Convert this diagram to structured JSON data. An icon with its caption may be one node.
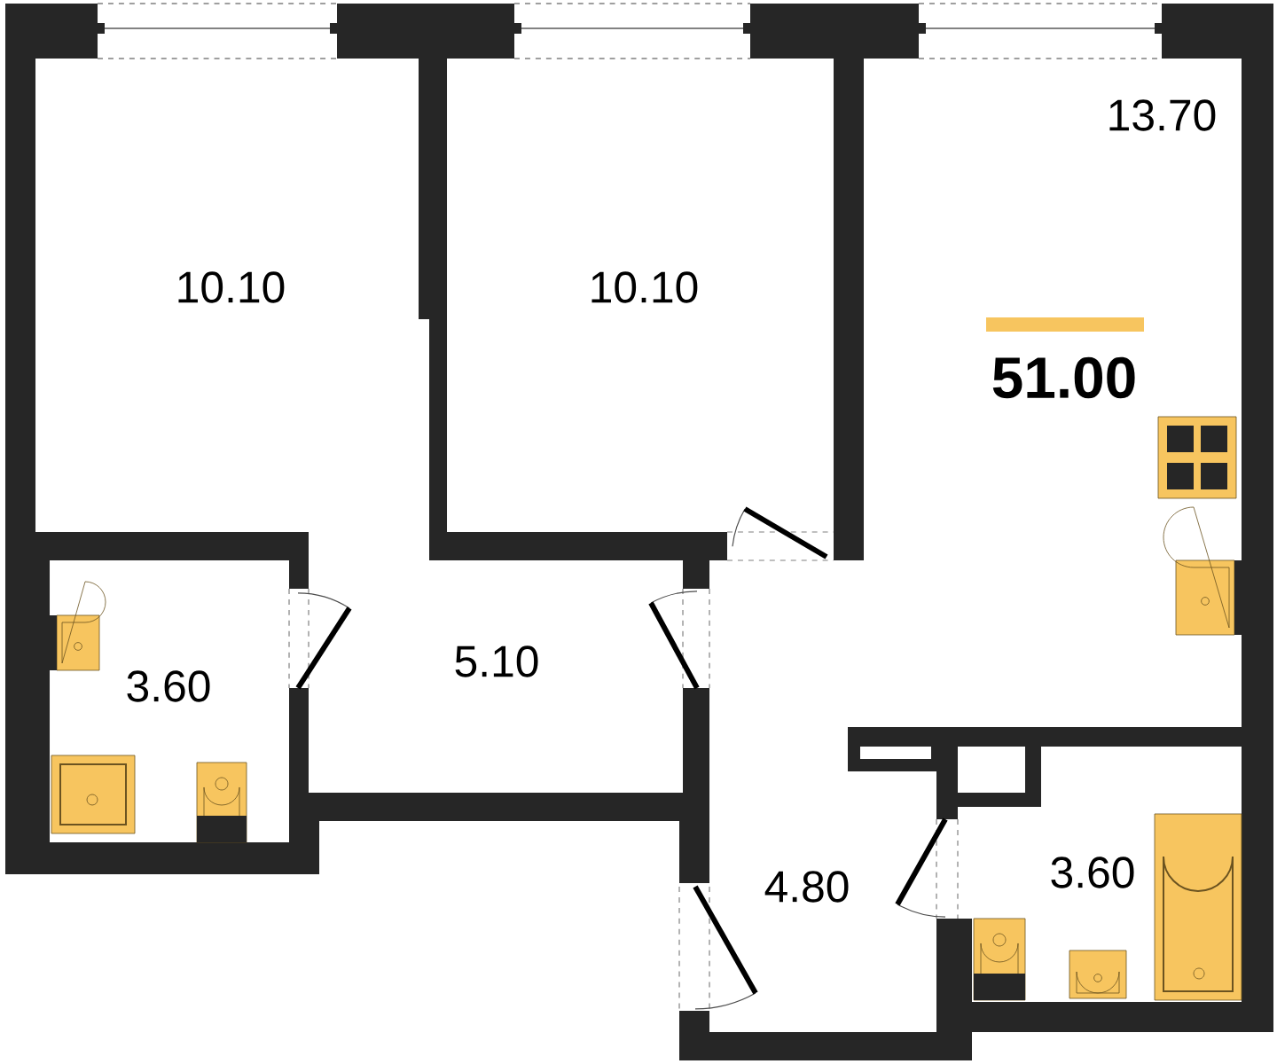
{
  "diagram": {
    "nodes": [
      {
        "text": [
          "10.10"
        ]
      },
      {
        "text": [
          "10.10"
        ]
      },
      {
        "text": [
          "13.70"
        ]
      },
      {
        "text": [
          "3.60"
        ]
      },
      {
        "text": [
          "5.10"
        ]
      },
      {
        "text": [
          "4.80"
        ]
      },
      {
        "text": [
          "3.60"
        ]
      }
    ],
    "labels": [
      "51.00"
    ]
  }
}
